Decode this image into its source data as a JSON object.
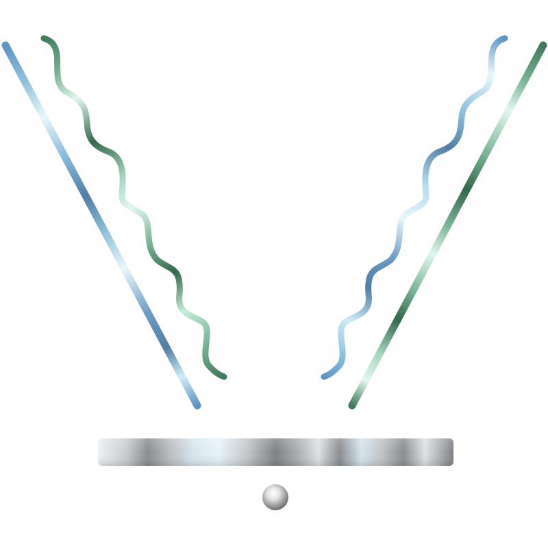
{
  "diagram": {
    "background": "#ffffff",
    "colors": {
      "blue_dark": "#5b95c4",
      "blue_mid": "#8ec1dc",
      "blue_light": "#e8f7fb",
      "blue_shadow": "#4f7ea6",
      "green_dark": "#3f7a5a",
      "green_mid": "#79b596",
      "green_light": "#e2f7ee",
      "green_shadow": "#33684b",
      "plate_light": "#eef1f4",
      "plate_mid": "#b9bcbf",
      "plate_dark": "#7f8285",
      "plate_highlight": "#e6f3fb",
      "sphere_light": "#ffffff",
      "sphere_dark": "#6f6f6f"
    },
    "elements": [
      {
        "name": "left-straight-beam",
        "shape": "straight-line",
        "color": "blue"
      },
      {
        "name": "left-wavy-beam",
        "shape": "wave",
        "color": "green"
      },
      {
        "name": "right-wavy-beam",
        "shape": "wave",
        "color": "blue"
      },
      {
        "name": "right-straight-beam",
        "shape": "straight-line",
        "color": "green"
      },
      {
        "name": "metal-plate",
        "shape": "rounded-bar",
        "color": "silver"
      },
      {
        "name": "sphere",
        "shape": "ball",
        "color": "silver"
      }
    ]
  }
}
